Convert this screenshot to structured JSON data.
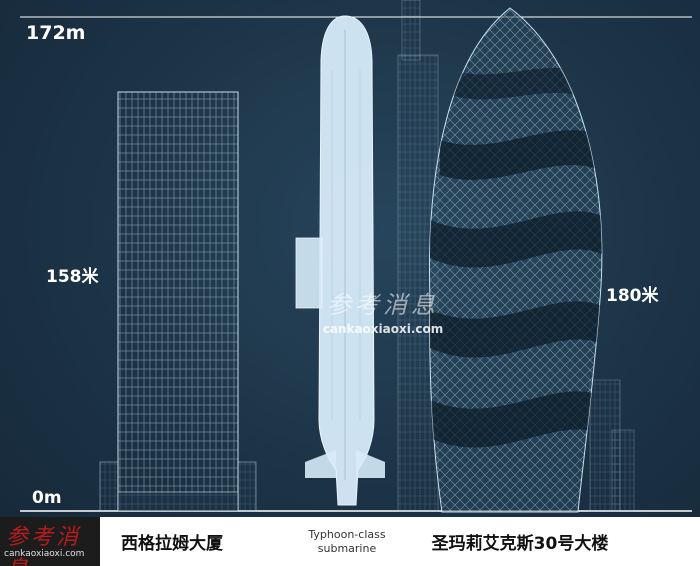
{
  "scale": {
    "top_label": "172m",
    "zero_label": "0m"
  },
  "heights": {
    "left_building": "158米",
    "right_building": "180米"
  },
  "captions": {
    "left": "西格拉姆大厦",
    "middle": "Typhoon-class\nsubmarine",
    "right": "圣玛莉艾克斯30号大楼"
  },
  "watermark": {
    "chinese": "参考消息",
    "url": "cankaoxiaoxi.com"
  },
  "corner_watermark": {
    "chinese": "参考消息",
    "url": "cankaoxiaoxi.com"
  },
  "colors": {
    "background": "#1c3346",
    "line": "#ffffff",
    "caption_bar": "#ffffff",
    "corner_logo": "#b51c1c"
  },
  "icons": [
    "seagram-building-illustration",
    "typhoon-submarine-illustration",
    "gherkin-tower-illustration"
  ]
}
